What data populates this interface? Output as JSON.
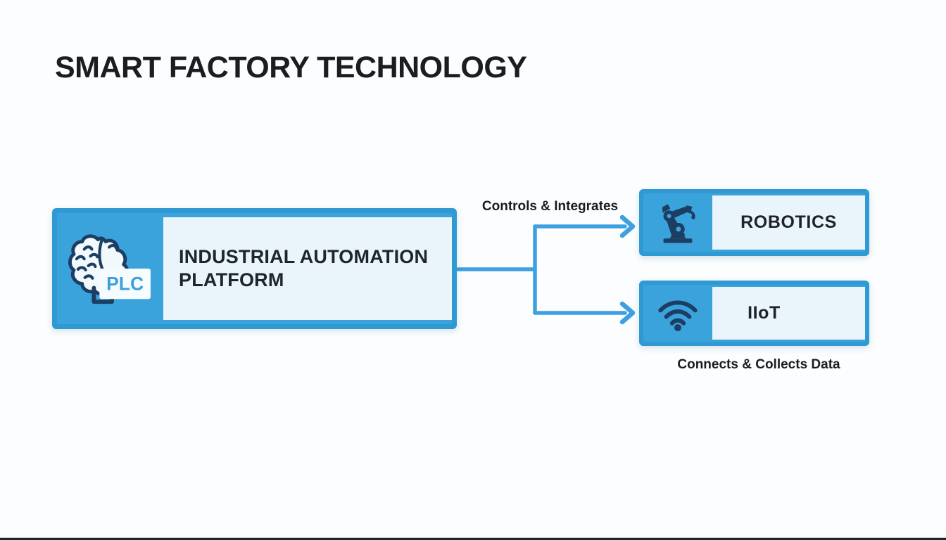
{
  "page": {
    "title": "SMART FACTORY TECHNOLOGY"
  },
  "diagram": {
    "platform": {
      "label": "INDUSTRIAL AUTOMATION PLATFORM",
      "badge": "PLC",
      "icon": "brain-plc-icon"
    },
    "edges": {
      "robotics": {
        "label": "Controls & Integrates"
      },
      "iiot": {
        "label": "Connects & Collects Data"
      }
    },
    "nodes": {
      "robotics": {
        "label": "ROBOTICS",
        "icon": "robot-arm-icon"
      },
      "iiot": {
        "label": "IIoT",
        "icon": "wifi-icon"
      }
    },
    "colors": {
      "accent_blue": "#3BA3DC",
      "border_blue": "#2E99D3",
      "panel_light": "#E9F4FB",
      "icon_navy": "#1C3E63",
      "arrow_blue": "#3EA0E0",
      "text_dark": "#1E2328"
    }
  }
}
